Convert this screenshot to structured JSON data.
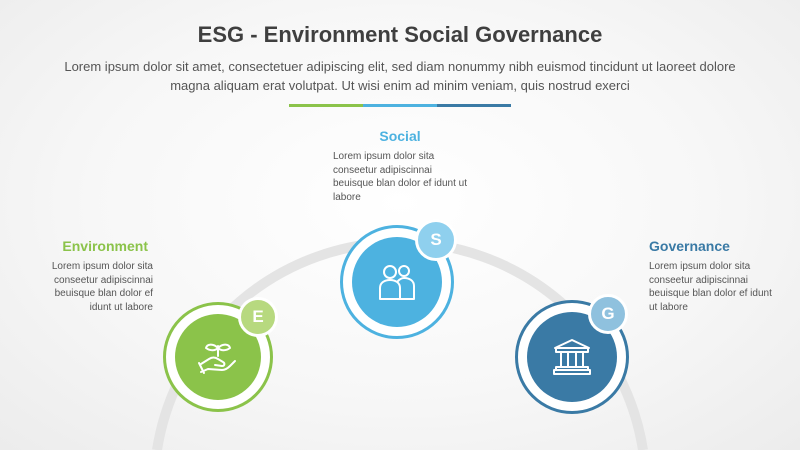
{
  "header": {
    "title": "ESG - Environment Social Governance",
    "description": "Lorem ipsum dolor sit amet, consectetuer adipiscing elit, sed diam nonummy nibh euismod tincidunt ut laoreet dolore magna aliquam erat volutpat. Ut wisi enim ad minim veniam, quis nostrud exerci"
  },
  "colors": {
    "environment": "#8bc34a",
    "social": "#4db2e0",
    "governance": "#3a7aa5",
    "arc": "#e4e4e4",
    "environment_badge": "#b7d97f",
    "social_badge": "#8fd0ee",
    "governance_badge": "#8fc1de"
  },
  "sections": {
    "environment": {
      "title": "Environment",
      "body": "Lorem ipsum dolor sita conseetur adipiscinnai beuisque blan dolor ef idunt ut labore",
      "badge": "E",
      "icon": "hand-plant-icon"
    },
    "social": {
      "title": "Social",
      "body": "Lorem ipsum dolor sita conseetur adipiscinnai beuisque blan dolor ef idunt ut labore",
      "badge": "S",
      "icon": "people-icon"
    },
    "governance": {
      "title": "Governance",
      "body": "Lorem ipsum dolor sita conseetur adipiscinnai beuisque blan dolor ef idunt ut labore",
      "badge": "G",
      "icon": "government-building-icon"
    }
  }
}
